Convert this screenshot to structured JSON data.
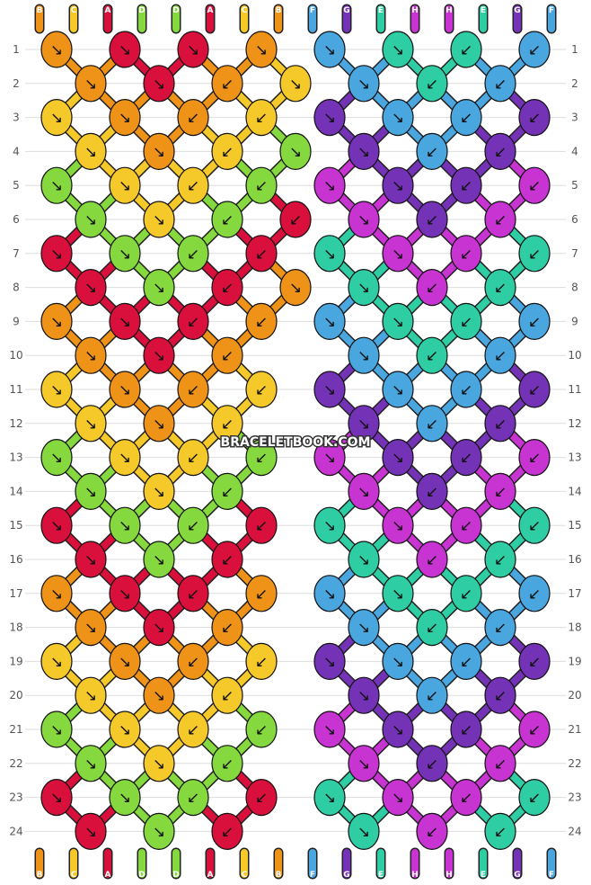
{
  "colors": {
    "A": "#d8103b",
    "B": "#ee9318",
    "C": "#f5c92a",
    "D": "#86d83f",
    "E": "#2ecda3",
    "F": "#4aa6df",
    "G": "#7433b6",
    "H": "#c734d1"
  },
  "watermark": "BRACELETBOOK.COM",
  "rows": [
    "1",
    "2",
    "3",
    "4",
    "5",
    "6",
    "7",
    "8",
    "9",
    "10",
    "11",
    "12",
    "13",
    "14",
    "15",
    "16",
    "17",
    "18",
    "19",
    "20",
    "21",
    "22",
    "23",
    "24"
  ],
  "strings_top": [
    "B",
    "C",
    "A",
    "D",
    "D",
    "A",
    "C",
    "B",
    "F",
    "G",
    "E",
    "H",
    "H",
    "E",
    "G",
    "F"
  ],
  "strings_bottom": [
    "B",
    "C",
    "A",
    "D",
    "D",
    "A",
    "C",
    "B",
    "F",
    "G",
    "E",
    "H",
    "H",
    "E",
    "G",
    "F"
  ],
  "left_panel": {
    "knots": [
      [
        "B",
        "A",
        "A",
        "B"
      ],
      [
        "B",
        "A",
        "B",
        "C"
      ],
      [
        "C",
        "B",
        "B",
        "C"
      ],
      [
        "C",
        "B",
        "C",
        "D"
      ],
      [
        "D",
        "C",
        "C",
        "D"
      ],
      [
        "D",
        "C",
        "D",
        "A"
      ],
      [
        "A",
        "D",
        "D",
        "A"
      ],
      [
        "A",
        "D",
        "A",
        "B"
      ],
      [
        "B",
        "A",
        "A",
        "B"
      ],
      [
        "B",
        "A",
        "B"
      ],
      [
        "C",
        "B",
        "B",
        "C"
      ],
      [
        "C",
        "B",
        "C"
      ],
      [
        "D",
        "C",
        "C",
        "D"
      ],
      [
        "D",
        "C",
        "D"
      ],
      [
        "A",
        "D",
        "D",
        "A"
      ],
      [
        "A",
        "D",
        "A"
      ],
      [
        "B",
        "A",
        "A",
        "B"
      ],
      [
        "B",
        "A",
        "B"
      ],
      [
        "C",
        "B",
        "B",
        "C"
      ],
      [
        "C",
        "B",
        "C"
      ],
      [
        "D",
        "C",
        "C",
        "D"
      ],
      [
        "D",
        "C",
        "D"
      ],
      [
        "A",
        "D",
        "D",
        "A"
      ],
      [
        "A",
        "D",
        "A"
      ]
    ],
    "arrows": [
      [
        "↘",
        "↘",
        "↘",
        "↘"
      ],
      [
        "↘",
        "↘",
        "↙",
        "↘"
      ],
      [
        "↘",
        "↘",
        "↙",
        "↙"
      ],
      [
        "↘",
        "↘",
        "↙",
        "↘"
      ],
      [
        "↘",
        "↘",
        "↙",
        "↙"
      ],
      [
        "↘",
        "↘",
        "↙",
        "↙"
      ],
      [
        "↘",
        "↘",
        "↙",
        "↙"
      ],
      [
        "↘",
        "↘",
        "↙",
        "↘"
      ],
      [
        "↘",
        "↘",
        "↙",
        "↙"
      ],
      [
        "↘",
        "↘",
        "↙"
      ],
      [
        "↘",
        "↘",
        "↙",
        "↙"
      ],
      [
        "↘",
        "↘",
        "↙"
      ],
      [
        "↘",
        "↘",
        "↙",
        "↙"
      ],
      [
        "↘",
        "↘",
        "↙"
      ],
      [
        "↘",
        "↘",
        "↙",
        "↙"
      ],
      [
        "↘",
        "↘",
        "↙"
      ],
      [
        "↘",
        "↘",
        "↙",
        "↙"
      ],
      [
        "↘",
        "↘",
        "↙"
      ],
      [
        "↘",
        "↘",
        "↙",
        "↙"
      ],
      [
        "↘",
        "↘",
        "↙"
      ],
      [
        "↘",
        "↘",
        "↙",
        "↙"
      ],
      [
        "↘",
        "↘",
        "↙"
      ],
      [
        "↘",
        "↘",
        "↙",
        "↙"
      ],
      [
        "↘",
        "↘",
        "↙"
      ]
    ]
  },
  "right_panel": {
    "knots": [
      [
        "F",
        "E",
        "E",
        "F"
      ],
      [
        "F",
        "E",
        "F"
      ],
      [
        "G",
        "F",
        "F",
        "G"
      ],
      [
        "G",
        "F",
        "G"
      ],
      [
        "H",
        "G",
        "G",
        "H"
      ],
      [
        "H",
        "G",
        "H"
      ],
      [
        "E",
        "H",
        "H",
        "E"
      ],
      [
        "E",
        "H",
        "E"
      ],
      [
        "F",
        "E",
        "E",
        "F"
      ],
      [
        "F",
        "E",
        "F"
      ],
      [
        "G",
        "F",
        "F",
        "G"
      ],
      [
        "G",
        "F",
        "G"
      ],
      [
        "H",
        "G",
        "G",
        "H"
      ],
      [
        "H",
        "G",
        "H"
      ],
      [
        "E",
        "H",
        "H",
        "E"
      ],
      [
        "E",
        "H",
        "E"
      ],
      [
        "F",
        "E",
        "E",
        "F"
      ],
      [
        "F",
        "E",
        "F"
      ],
      [
        "G",
        "F",
        "F",
        "G"
      ],
      [
        "G",
        "F",
        "G"
      ],
      [
        "H",
        "G",
        "G",
        "H"
      ],
      [
        "H",
        "G",
        "H"
      ],
      [
        "E",
        "H",
        "H",
        "E"
      ],
      [
        "E",
        "H",
        "E"
      ]
    ],
    "arrows": [
      [
        "↘",
        "↘",
        "↙",
        "↙"
      ],
      [
        "↘",
        "↙",
        "↙"
      ],
      [
        "↘",
        "↘",
        "↙",
        "↙"
      ],
      [
        "↘",
        "↙",
        "↙"
      ],
      [
        "↘",
        "↘",
        "↙",
        "↙"
      ],
      [
        "↘",
        "↙",
        "↙"
      ],
      [
        "↘",
        "↘",
        "↙",
        "↙"
      ],
      [
        "↘",
        "↙",
        "↙"
      ],
      [
        "↘",
        "↘",
        "↙",
        "↙"
      ],
      [
        "↘",
        "↙",
        "↙"
      ],
      [
        "↘",
        "↘",
        "↙",
        "↙"
      ],
      [
        "↘",
        "↙",
        "↙"
      ],
      [
        "↘",
        "↘",
        "↙",
        "↙"
      ],
      [
        "↘",
        "↙",
        "↙"
      ],
      [
        "↘",
        "↘",
        "↙",
        "↙"
      ],
      [
        "↘",
        "↙",
        "↙"
      ],
      [
        "↘",
        "↘",
        "↙",
        "↙"
      ],
      [
        "↘",
        "↙",
        "↙"
      ],
      [
        "↘",
        "↘",
        "↙",
        "↙"
      ],
      [
        "↘",
        "↙",
        "↙"
      ],
      [
        "↘",
        "↘",
        "↙",
        "↙"
      ],
      [
        "↘",
        "↙",
        "↙"
      ],
      [
        "↘",
        "↘",
        "↙",
        "↙"
      ],
      [
        "↘",
        "↙",
        "↙"
      ]
    ]
  }
}
